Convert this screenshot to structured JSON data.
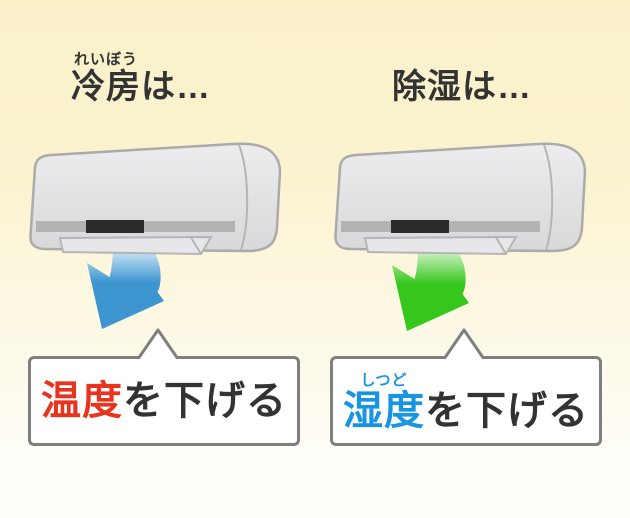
{
  "background": {
    "gradient_top": "#faf1c9",
    "gradient_bottom": "#fffefa"
  },
  "text_color": "#333333",
  "border_color": "#7f7f7f",
  "ac_unit": {
    "body_light": "#ededef",
    "body_dark": "#d8d8da",
    "outline": "#ababab",
    "seam": "#b5b5b7",
    "stripe": "#b3b3b3",
    "display": "#2b2b2b",
    "flap": "#e7e7e9"
  },
  "panels": [
    {
      "name": "cooling",
      "title": {
        "furigana": "れいぼう",
        "base": "冷房",
        "suffix": "は…"
      },
      "arrow": {
        "light": "#eaf5fb",
        "main": "#3e96d0"
      },
      "bubble": {
        "highlight_furigana": "",
        "highlight": "温度",
        "suffix": "を下げる",
        "highlight_color": "#e8331f"
      }
    },
    {
      "name": "dehumidify",
      "title": {
        "furigana": "",
        "base": "除湿",
        "suffix": "は…"
      },
      "arrow": {
        "light": "#e9f8e0",
        "main": "#35c71c"
      },
      "bubble": {
        "highlight_furigana": "しつど",
        "highlight": "湿度",
        "suffix": "を下げる",
        "highlight_color": "#1795e2"
      }
    }
  ]
}
